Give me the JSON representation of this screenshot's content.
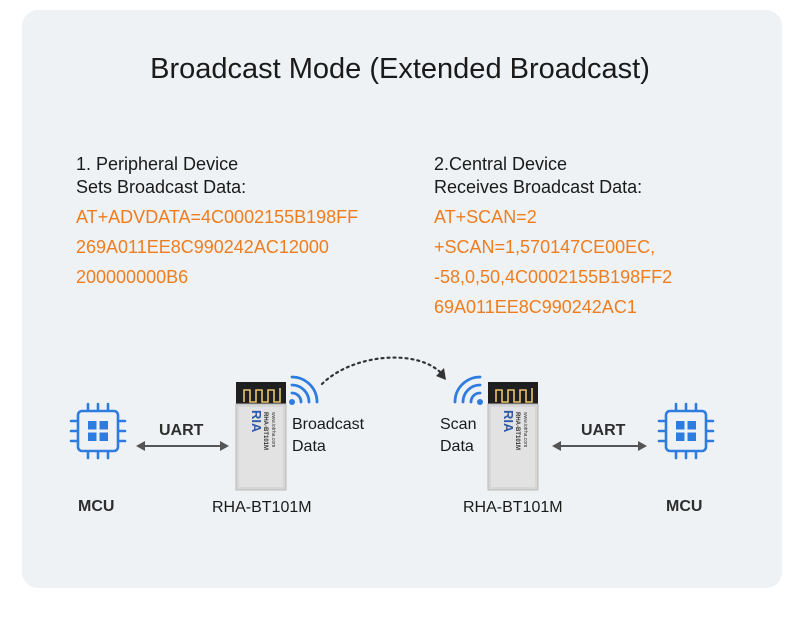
{
  "title": "Broadcast Mode (Extended Broadcast)",
  "peripheral": {
    "heading": [
      "1. Peripheral Device",
      "Sets Broadcast Data:"
    ],
    "command": [
      "AT+ADVDATA=4C0002155B198FF",
      "269A011EE8C990242AC12000",
      "200000000B6"
    ]
  },
  "central": {
    "heading": [
      "2.Central Device",
      "Receives Broadcast Data:"
    ],
    "command": [
      "AT+SCAN=2",
      "+SCAN=1,570147CE00EC,",
      "-58,0,50,4C0002155B198FF2",
      "69A011EE8C990242AC1"
    ]
  },
  "left": {
    "mcu_label": "MCU",
    "uart_label": "UART",
    "module_label": "RHA-BT101M",
    "signal_label": [
      "Broadcast",
      "Data"
    ]
  },
  "right": {
    "mcu_label": "MCU",
    "uart_label": "UART",
    "module_label": "RHA-BT101M",
    "signal_label": [
      "Scan",
      "Data"
    ]
  },
  "module_text": {
    "logo": "RIA",
    "model": "RHA-BT101M",
    "url": "www.iotrha.com"
  },
  "colors": {
    "accent_orange": "#ee7d1f",
    "chip_blue": "#2f7ce0",
    "wifi_blue": "#2f7ce0",
    "panel_bg": "#eef2f4"
  },
  "icons": [
    "chip-icon",
    "wifi-signal-icon",
    "bluetooth-module-icon",
    "double-arrow-icon",
    "dotted-curve-arrow-icon"
  ]
}
